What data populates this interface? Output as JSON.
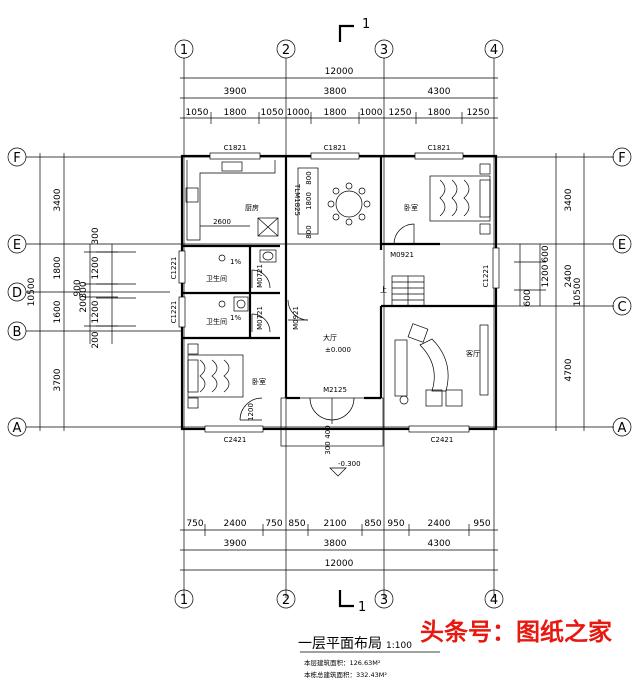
{
  "plan_title": "一层平面布局",
  "scale": "1:100",
  "area_building": "本层建筑面积：126.63M²",
  "area_total": "本栋总建筑面积：332.43M²",
  "watermark": "头条号：图纸之家",
  "section_mark": "1",
  "axes_top": [
    "1",
    "2",
    "3",
    "4"
  ],
  "axes_bottom": [
    "1",
    "2",
    "3",
    "4"
  ],
  "axes_side": [
    "F",
    "E",
    "D",
    "B",
    "A",
    "C"
  ],
  "dims_top": {
    "total": "12000",
    "bays": [
      "3900",
      "3800",
      "4300"
    ],
    "sub": [
      "1050",
      "1800",
      "1050",
      "1000",
      "1800",
      "1000",
      "1250",
      "1800",
      "1250"
    ]
  },
  "dims_bottom": {
    "total": "12000",
    "bays": [
      "3900",
      "3800",
      "4300"
    ],
    "sub": [
      "750",
      "2400",
      "750",
      "850",
      "2100",
      "850",
      "950",
      "2400",
      "950"
    ]
  },
  "dims_left": {
    "total": "10500",
    "outer": [
      "3400",
      "1800",
      "1600",
      "3700"
    ],
    "inner": [
      "300",
      "1200",
      "1200",
      "200",
      "300",
      "200"
    ],
    "mid": [
      "900"
    ]
  },
  "dims_right": {
    "total": "10500",
    "outer": [
      "3400",
      "2400",
      "4700"
    ],
    "inner": [
      "600",
      "1200",
      "600"
    ]
  },
  "windows": {
    "c1821_a": "C1821",
    "c1821_b": "C1821",
    "c1821_c": "C1821",
    "c2421_a": "C2421",
    "c2421_b": "C2421",
    "c1221_a": "C1221",
    "c1221_b": "C1221",
    "c1221_c": "C1221",
    "tlm": "TLM1825"
  },
  "doors": {
    "m0921_a": "M0921",
    "m0921_b": "M0921",
    "m0721_a": "M0721",
    "m0721_b": "M0721",
    "m2125": "M2125"
  },
  "rooms": {
    "kitchen": "厨房",
    "bedroom_a": "卧室",
    "bedroom_b": "卧室",
    "bath_a": "卫生间",
    "bath_b": "卫生间",
    "hall": "大厅",
    "living": "客厅"
  },
  "labels": {
    "k2600": "2600",
    "slope_a": "1%",
    "slope_b": "1%",
    "d800a": "800",
    "d1800": "1800",
    "d800b": "800",
    "d1200": "1200",
    "hall_level": "±0.000",
    "step_level": "-0.300",
    "d300": "300",
    "d400": "400",
    "up": "上"
  }
}
